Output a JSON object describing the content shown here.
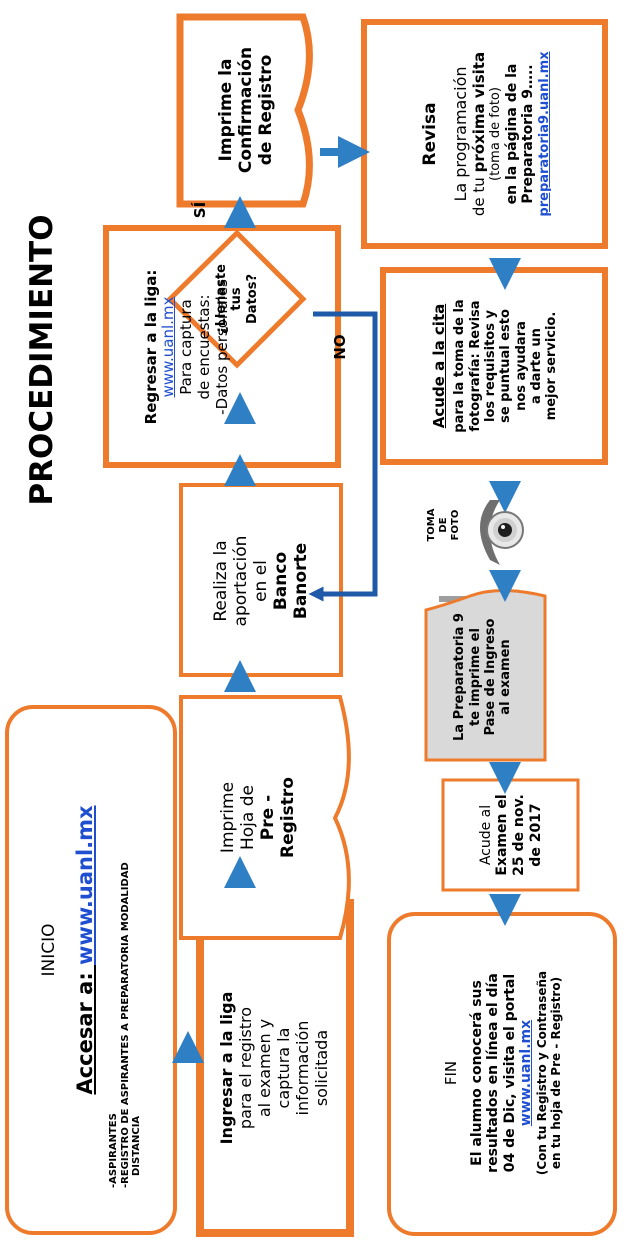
{
  "title": "PROCEDIMIENTO",
  "colors": {
    "orange": "#ee7a2c",
    "blue": "#2f7fc4",
    "dark_blue": "#1e5aa8",
    "link": "#1f4fd0"
  },
  "inicio": {
    "heading": "INICIO",
    "accesar_prefix": "Accesar a: ",
    "accesar_link": "www.uanl.mx",
    "line1": "-ASPIRANTES",
    "line2": "-REGISTRO DE ASPIRANTES A PREPARATORIA  MODALIDAD",
    "line3": "DISTANCIA"
  },
  "ingresar": {
    "bold": "Ingresar a la liga",
    "l1": "para el registro",
    "l2": "al examen y",
    "l3": "captura  la",
    "l4": "información",
    "l5": "solicitada"
  },
  "imprime_hoja": {
    "l1": "Imprime",
    "l2": "Hoja de",
    "l3": "Pre -",
    "l4": "Registro"
  },
  "realiza": {
    "l1": "Realiza la",
    "l2": "aportación",
    "l3": "en el",
    "l4": "Banco",
    "l5": "Banorte"
  },
  "regresar": {
    "bold": "Regresar a la liga:",
    "link": "www.uanl.mx",
    "l1": "Para  captura",
    "l2": "de encuestas:",
    "l3": "-Datos personales"
  },
  "decision": {
    "l1": "¿Llenaste",
    "l2": "tus",
    "l3": "Datos?"
  },
  "labels": {
    "si": "SÍ",
    "no": "NO",
    "toma_1": "TOMA",
    "toma_2": "DE",
    "toma_3": "FOTO"
  },
  "confirmacion": {
    "l1": "Imprime  la",
    "l2": "Confirmación",
    "l3": "de Registro"
  },
  "revisa": {
    "bold": "Revisa",
    "l1": "La programación",
    "l2_plain": "de tu ",
    "l2_bold": "próxima visita",
    "l3": "(toma de foto)",
    "l4": "en la página de la",
    "l5": "Preparatoria 9…..",
    "link": "preparatoria9.uanl.mx"
  },
  "acude_cita": {
    "bold": "Acude a la cita",
    "l1": "para la toma de la",
    "l2": "fotografía: Revisa",
    "l3": "los requisitos y",
    "l4": "se puntual  esto",
    "l5": "nos ayudara",
    "l6": "a darte un",
    "l7": "mejor servicio."
  },
  "pase": {
    "l1": "La Preparatoria 9",
    "l2": "te imprime el",
    "l3": "Pase de Ingreso",
    "l4": "al examen"
  },
  "examen": {
    "l1": "Acude al",
    "l2": "Examen el",
    "l3": "25 de nov.",
    "l4": "de 2017"
  },
  "fin": {
    "heading": "FIN",
    "l1": "El alumno conocerá sus",
    "l2": "resultados en línea el día",
    "l3": "04 de Dic, visita el portal",
    "link": "www.uanl.mx",
    "l4": "(Con tu Registro y Contraseña",
    "l5": "en tu hoja de Pre - Registro)"
  }
}
